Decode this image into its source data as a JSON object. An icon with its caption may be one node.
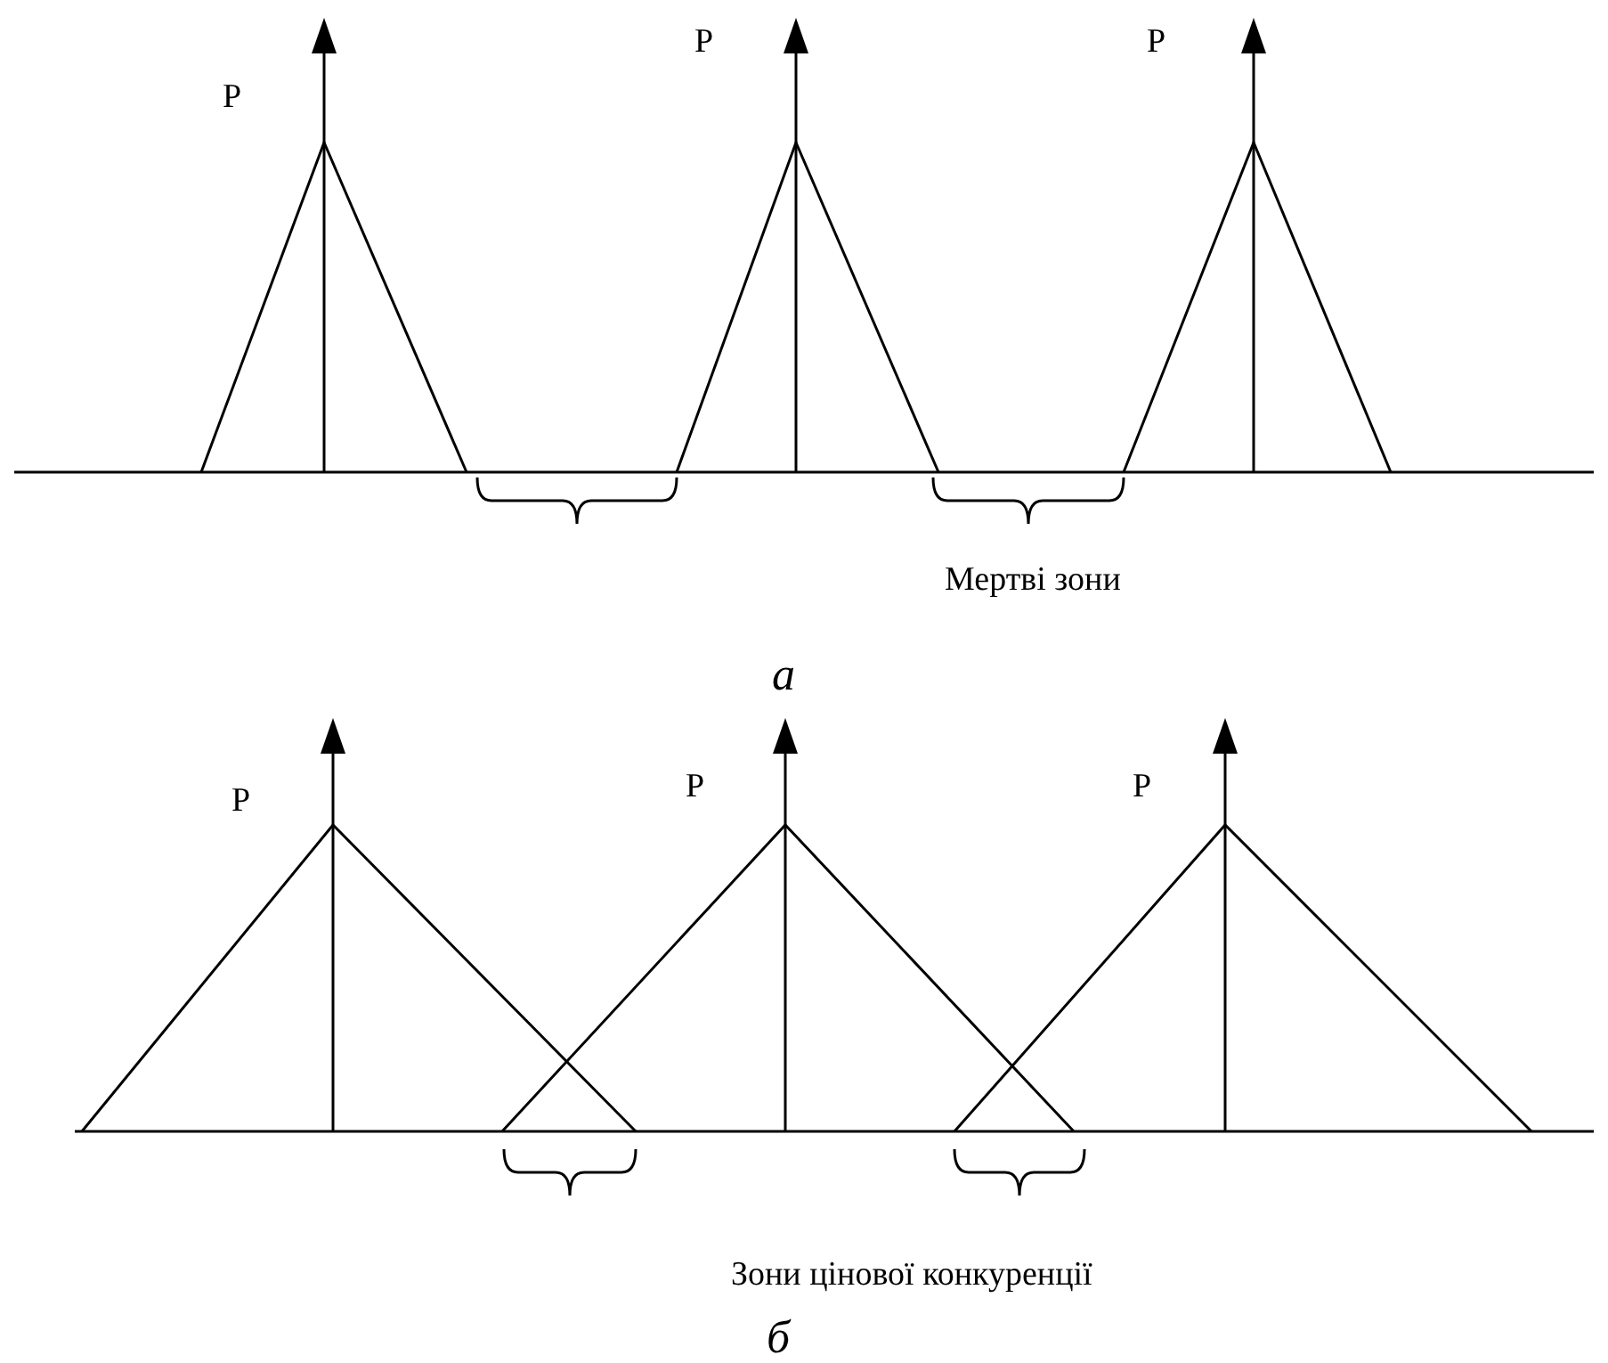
{
  "diagram": {
    "labels": [
      "P",
      "P",
      "P",
      "Мертві зони",
      "а",
      "P",
      "P",
      "P",
      "Зони цінової конкуренції",
      "б"
    ]
  }
}
